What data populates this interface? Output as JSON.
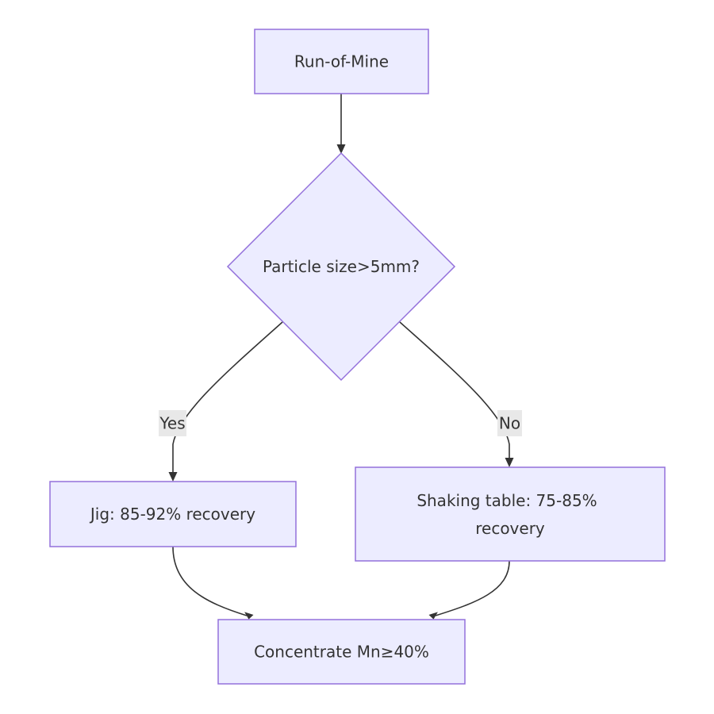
{
  "diagram": {
    "nodes": {
      "run_of_mine": {
        "label": "Run-of-Mine"
      },
      "decision": {
        "label": "Particle size>5mm?"
      },
      "jig": {
        "label": "Jig: 85-92% recovery"
      },
      "shaking_table": {
        "label_line1": "Shaking table: 75-85%",
        "label_line2": "recovery"
      },
      "concentrate": {
        "label": "Concentrate Mn≥40%"
      }
    },
    "edges": {
      "yes_label": "Yes",
      "no_label": "No"
    },
    "colors": {
      "node_fill": "#ECECFF",
      "node_stroke": "#9370DB",
      "edge_stroke": "#333333",
      "edge_label_bg": "#E8E8E8",
      "text": "#333333"
    }
  }
}
